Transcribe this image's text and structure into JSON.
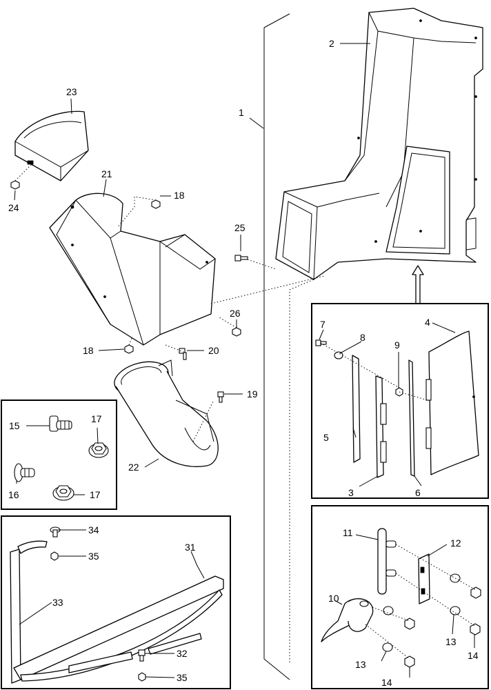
{
  "callouts": {
    "c1": "1",
    "c2": "2",
    "c3": "3",
    "c4": "4",
    "c5": "5",
    "c6": "6",
    "c7": "7",
    "c8": "8",
    "c9": "9",
    "c10": "10",
    "c11": "11",
    "c12": "12",
    "c13a": "13",
    "c13b": "13",
    "c14a": "14",
    "c14b": "14",
    "c15": "15",
    "c16": "16",
    "c17a": "17",
    "c17b": "17",
    "c18a": "18",
    "c18b": "18",
    "c19": "19",
    "c20": "20",
    "c21": "21",
    "c22": "22",
    "c23": "23",
    "c24": "24",
    "c25": "25",
    "c26": "26",
    "c31": "31",
    "c32": "32",
    "c33": "33",
    "c34": "34",
    "c35a": "35",
    "c35b": "35"
  },
  "icons": {
    "detail_arrow": "hollow-up-arrow-icon"
  }
}
